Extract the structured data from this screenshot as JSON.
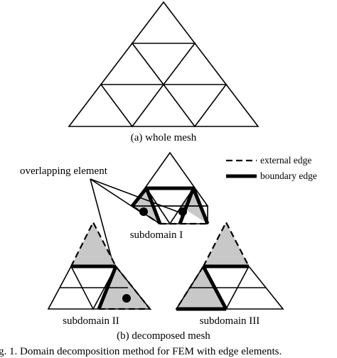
{
  "figure": {
    "caption_a": "(a) whole mesh",
    "caption_b": "(b) decomposed mesh",
    "fig_caption": "g. 1. Domain decomposition method for FEM with edge elements.",
    "labels": {
      "overlapping_element": "overlapping element",
      "subdomain_1": "subdomain I",
      "subdomain_2": "subdomain II",
      "subdomain_3": "subdomain III"
    },
    "legend": {
      "external_edge": "external edge",
      "boundary_edge": "boundary edge"
    }
  },
  "colors": {
    "line": "#000000",
    "shaded_element": "#c8c8c8",
    "background": "#ffffff"
  }
}
